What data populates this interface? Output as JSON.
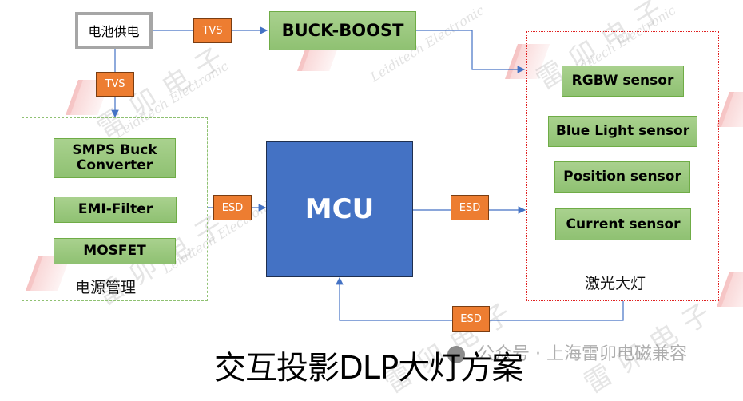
{
  "battery": {
    "label": "电池供电"
  },
  "protection": {
    "tvs_top": "TVS",
    "tvs_left": "TVS",
    "esd_left": "ESD",
    "esd_right": "ESD",
    "esd_bottom": "ESD"
  },
  "buck_boost": {
    "label": "BUCK-BOOST"
  },
  "power_group": {
    "label": "电源管理",
    "items": [
      "SMPS Buck Converter",
      "EMI-Filter",
      "MOSFET"
    ]
  },
  "mcu": {
    "label": "MCU"
  },
  "laser_group": {
    "label": "激光大灯",
    "items": [
      "RGBW sensor",
      "Blue Light sensor",
      "Position sensor",
      "Current sensor"
    ]
  },
  "title": "交互投影DLP大灯方案",
  "watermark": {
    "company_cn": "雷卯电子",
    "company_en": "Leiditech Electronic",
    "wechat_label": "公众号 · 上海雷卯电磁兼容"
  },
  "colors": {
    "green_fill": "#a9d18e",
    "green_border": "#6fac46",
    "orange": "#ed7d31",
    "mcu_blue": "#4472c4",
    "line_blue": "#4472c4",
    "red_dotted": "#e02020"
  }
}
